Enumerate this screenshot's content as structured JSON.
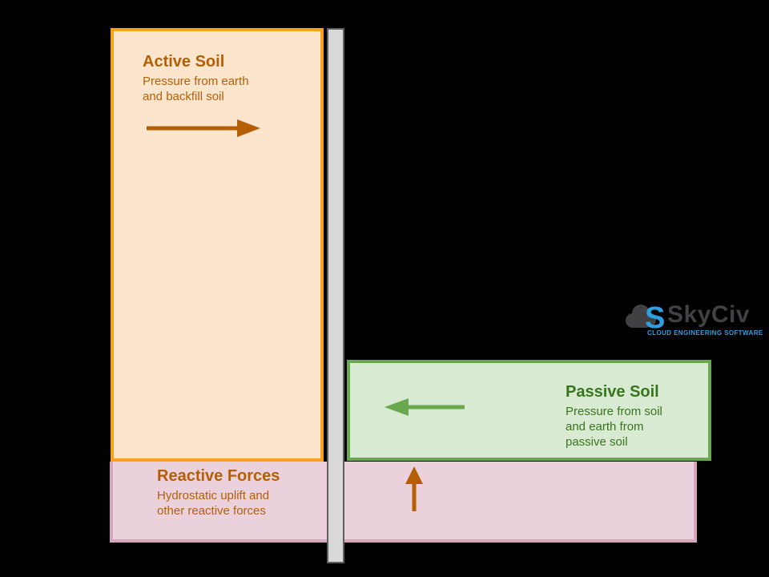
{
  "background_color": "#000000",
  "active_soil": {
    "title": "Active Soil",
    "description": "Pressure from earth\nand backfill soil",
    "fill_color": "#FCE5CD",
    "border_color": "#F9A01C",
    "text_color": "#B45F06",
    "arrow": {
      "icon": "right-arrow-icon",
      "direction": "right",
      "color": "#B45F06"
    }
  },
  "passive_soil": {
    "title": "Passive Soil",
    "description": "Pressure from soil\nand earth from\npassive soil",
    "fill_color": "#D9EAD3",
    "border_color": "#6AA84F",
    "text_color": "#38761D",
    "arrow": {
      "icon": "left-arrow-icon",
      "direction": "left",
      "color": "#6AA84F"
    }
  },
  "reactive_forces": {
    "title": "Reactive Forces",
    "description": "Hydrostatic uplift and\nother reactive forces",
    "fill_color": "#EAD1DC",
    "border_color": "#D5A6BD",
    "text_color": "#B45F06",
    "arrow": {
      "icon": "up-arrow-icon",
      "direction": "up",
      "color": "#B45F06"
    }
  },
  "wall": {
    "fill_color": "#D9D9D9",
    "border_color": "#5F5F5F"
  },
  "logo": {
    "brand": "SkyCiv",
    "tagline": "CLOUD ENGINEERING SOFTWARE",
    "brand_color": "#414042",
    "accent_color": "#2E9FE0"
  }
}
